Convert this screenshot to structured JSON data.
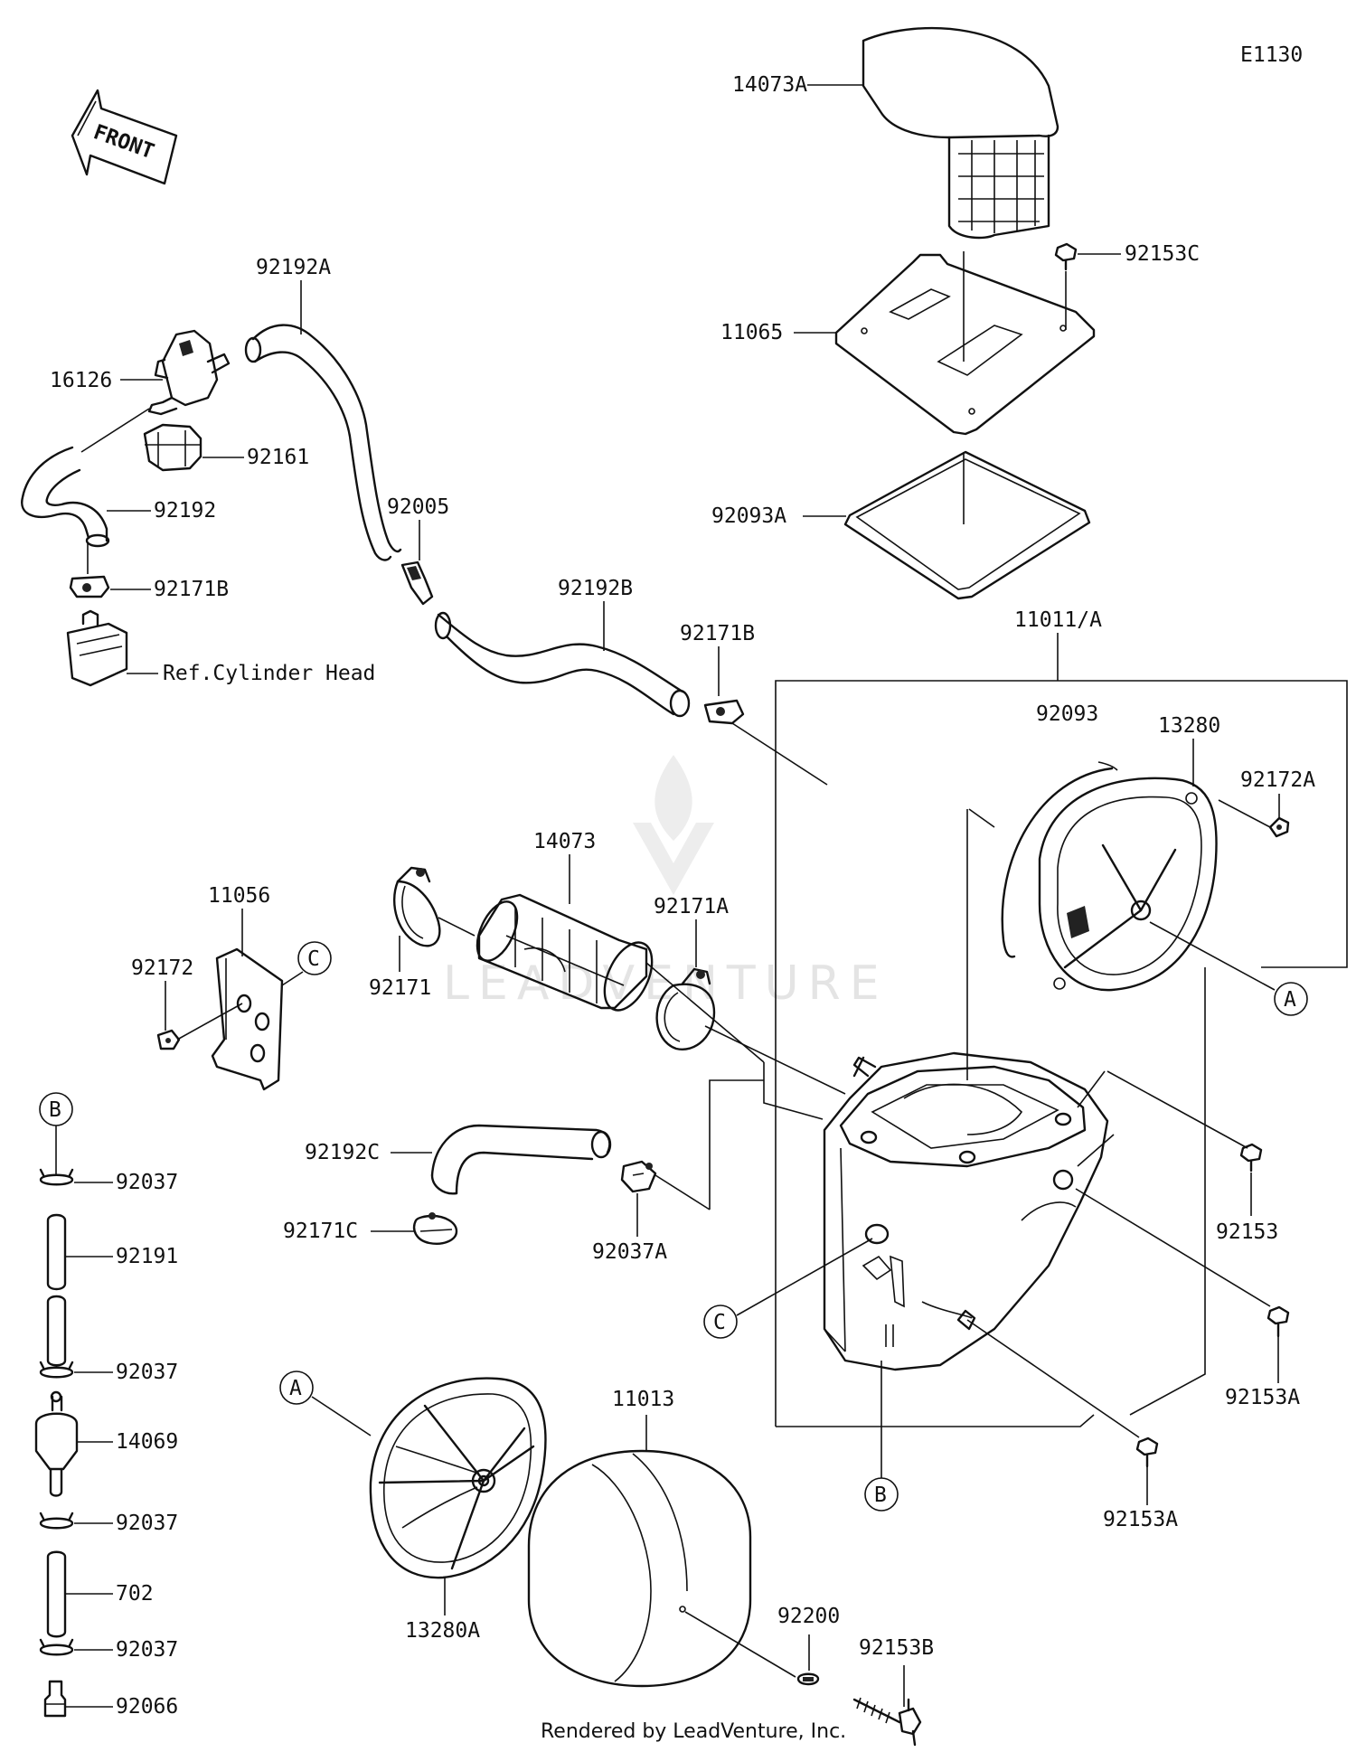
{
  "diagram": {
    "code": "E1130",
    "front_label": "FRONT",
    "watermark": "LEADVENTURE",
    "footer": "Rendered by LeadVenture, Inc.",
    "parts": {
      "p14073A": "14073A",
      "p92153C": "92153C",
      "p11065": "11065",
      "p92093A": "92093A",
      "p92192A": "92192A",
      "p16126": "16126",
      "p92161": "92161",
      "p92192": "92192",
      "p92005": "92005",
      "p92171B_1": "92171B",
      "ref_cylinder_head": "Ref.Cylinder Head",
      "p92192B": "92192B",
      "p92171B_2": "92171B",
      "p11011A": "11011/A",
      "p92093": "92093",
      "p13280": "13280",
      "p92172A": "92172A",
      "p14073": "14073",
      "p11056": "11056",
      "p92171A": "92171A",
      "p92172": "92172",
      "p92171": "92171",
      "p92192C": "92192C",
      "p92037A": "92037A",
      "p92171C": "92171C",
      "p92153": "92153",
      "p92153A_1": "92153A",
      "p92153A_2": "92153A",
      "p92037_1": "92037",
      "p92191": "92191",
      "p92037_2": "92037",
      "p14069": "14069",
      "p92037_3": "92037",
      "p702": "702",
      "p92037_4": "92037",
      "p92066": "92066",
      "p11013": "11013",
      "p13280A": "13280A",
      "p92200": "92200",
      "p92153B": "92153B"
    },
    "callouts": {
      "A": "A",
      "B": "B",
      "C": "C"
    }
  }
}
